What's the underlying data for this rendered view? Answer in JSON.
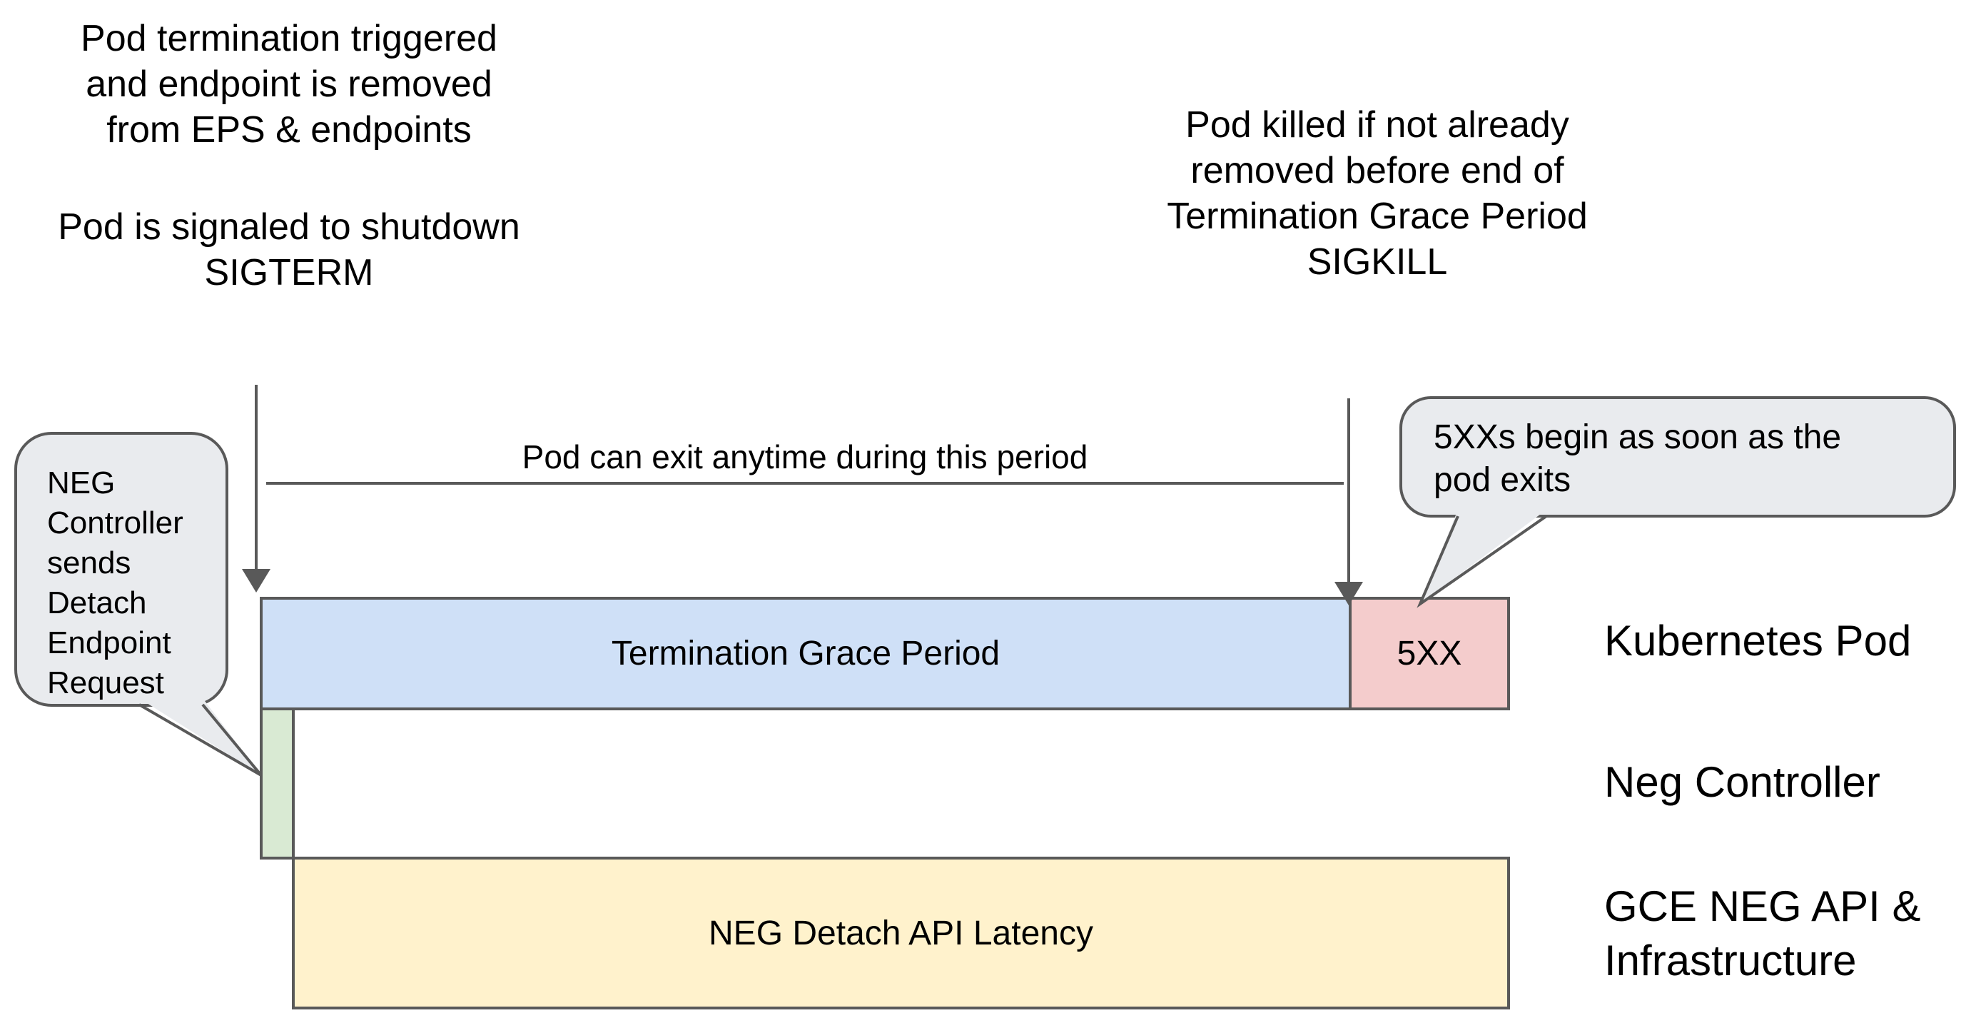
{
  "colors": {
    "grace_fill": "#cfe0f7",
    "error_fill": "#f4cccc",
    "controller_fill": "#d9ead3",
    "latency_fill": "#fff2cc",
    "callout_fill": "#e9ebee",
    "line": "#595959",
    "text": "#000000"
  },
  "annotations": {
    "pod_termination": {
      "line1": "Pod termination triggered",
      "line2": "and endpoint is removed",
      "line3": "from EPS & endpoints",
      "line4": "Pod is signaled to shutdown",
      "line5": "SIGTERM"
    },
    "pod_killed": {
      "line1": "Pod killed if not already",
      "line2": "removed before end of",
      "line3": "Termination Grace Period",
      "line4": "SIGKILL"
    },
    "period": "Pod can exit anytime during this period"
  },
  "callouts": {
    "neg_controller": "NEG Controller sends Detach Endpoint Request",
    "errors": "5XXs begin as soon as the pod exits"
  },
  "timeline": {
    "rows": {
      "kubernetes_pod": {
        "label": "Kubernetes Pod",
        "grace_segment": "Termination Grace Period",
        "error_segment": "5XX"
      },
      "neg_controller": {
        "label": "Neg Controller"
      },
      "gce": {
        "label_line1": "GCE NEG API &",
        "label_line2": "Infrastructure",
        "latency_segment": "NEG Detach API Latency"
      }
    }
  }
}
